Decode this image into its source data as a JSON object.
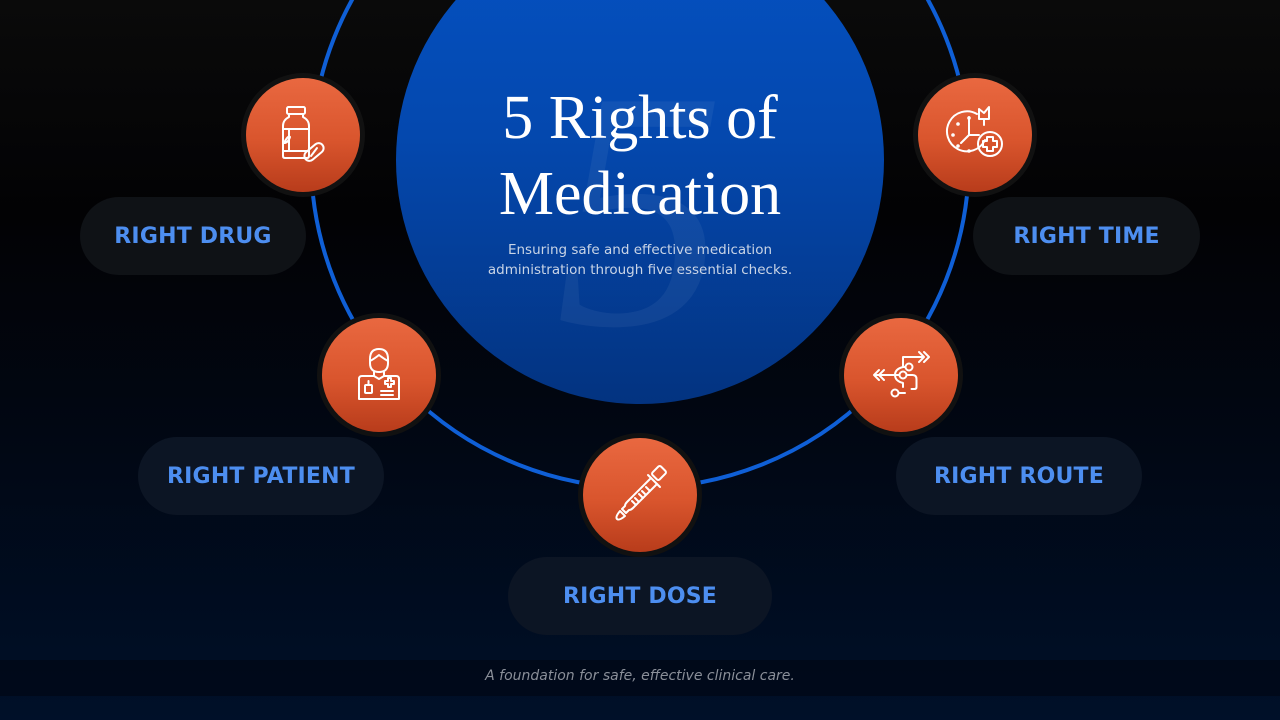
{
  "hub": {
    "watermark": "5",
    "title_line1": "5 Rights of",
    "title_line2": "Medication",
    "subtitle": "Ensuring safe and effective medication administration through five essential checks."
  },
  "rights": [
    {
      "label": "RIGHT DRUG",
      "icon": "pill-bottle-icon"
    },
    {
      "label": "RIGHT TIME",
      "icon": "clock-medical-icon"
    },
    {
      "label": "RIGHT PATIENT",
      "icon": "patient-icon"
    },
    {
      "label": "RIGHT ROUTE",
      "icon": "route-arrows-icon"
    },
    {
      "label": "RIGHT DOSE",
      "icon": "dropper-icon"
    }
  ],
  "colors": {
    "ring": "#0f5fd6",
    "hub": "#0552c4",
    "node": "#e0603a",
    "label": "#4d8ef0",
    "background": "#020204"
  },
  "footer": "A foundation for safe, effective clinical care."
}
